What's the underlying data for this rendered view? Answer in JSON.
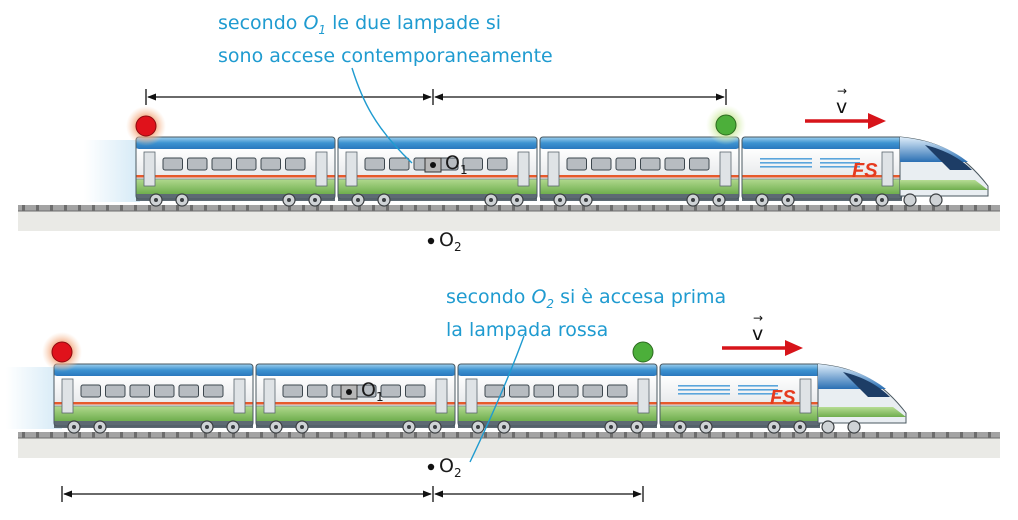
{
  "scene1": {
    "caption": {
      "line1_pre": "secondo",
      "observer": "O",
      "observer_sub": "1",
      "line1_post": "le due lampade si",
      "line2": "sono accese contemporaneamente"
    },
    "o1": {
      "letter": "O",
      "sub": "1"
    },
    "o2": {
      "letter": "O",
      "sub": "2"
    },
    "velocity": "v",
    "logo": "FS"
  },
  "scene2": {
    "caption": {
      "line1_pre": "secondo",
      "observer": "O",
      "observer_sub": "2",
      "line1_post": "si è accesa prima",
      "line2": "la lampada rossa"
    },
    "o1": {
      "letter": "O",
      "sub": "1"
    },
    "o2": {
      "letter": "O",
      "sub": "2"
    },
    "velocity": "v",
    "logo": "FS"
  },
  "colors": {
    "caption": "#1f9bd0",
    "lamp_red": "#e0121b",
    "lamp_green": "#4caf3a",
    "arrow": "#d7141a",
    "train_blue": "#2f86c8",
    "train_green": "#8cc26a",
    "rail": "#8f8f8f"
  }
}
